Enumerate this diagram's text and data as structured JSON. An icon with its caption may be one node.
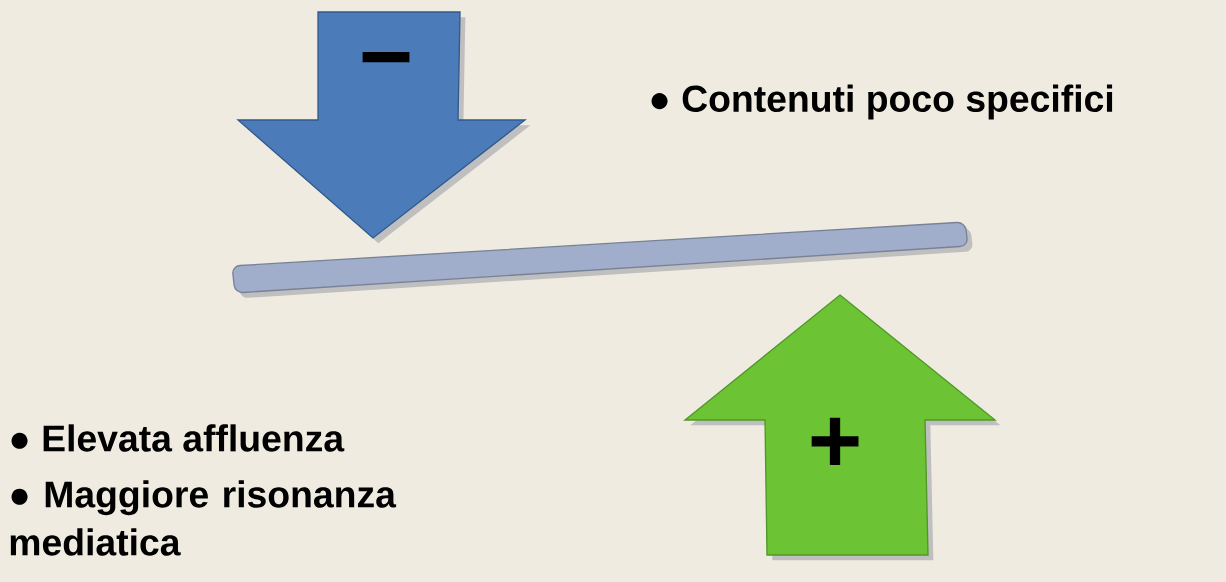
{
  "diagram": {
    "nodes": [
      {
        "text": [
          "−"
        ]
      },
      {
        "text": [],
        "shape": "bar"
      },
      {
        "text": [
          "+"
        ]
      }
    ],
    "labels": [
      "● Contenuti poco specifici",
      "● Elevata affluenza",
      "● Maggiore risonanza mediatica"
    ]
  }
}
